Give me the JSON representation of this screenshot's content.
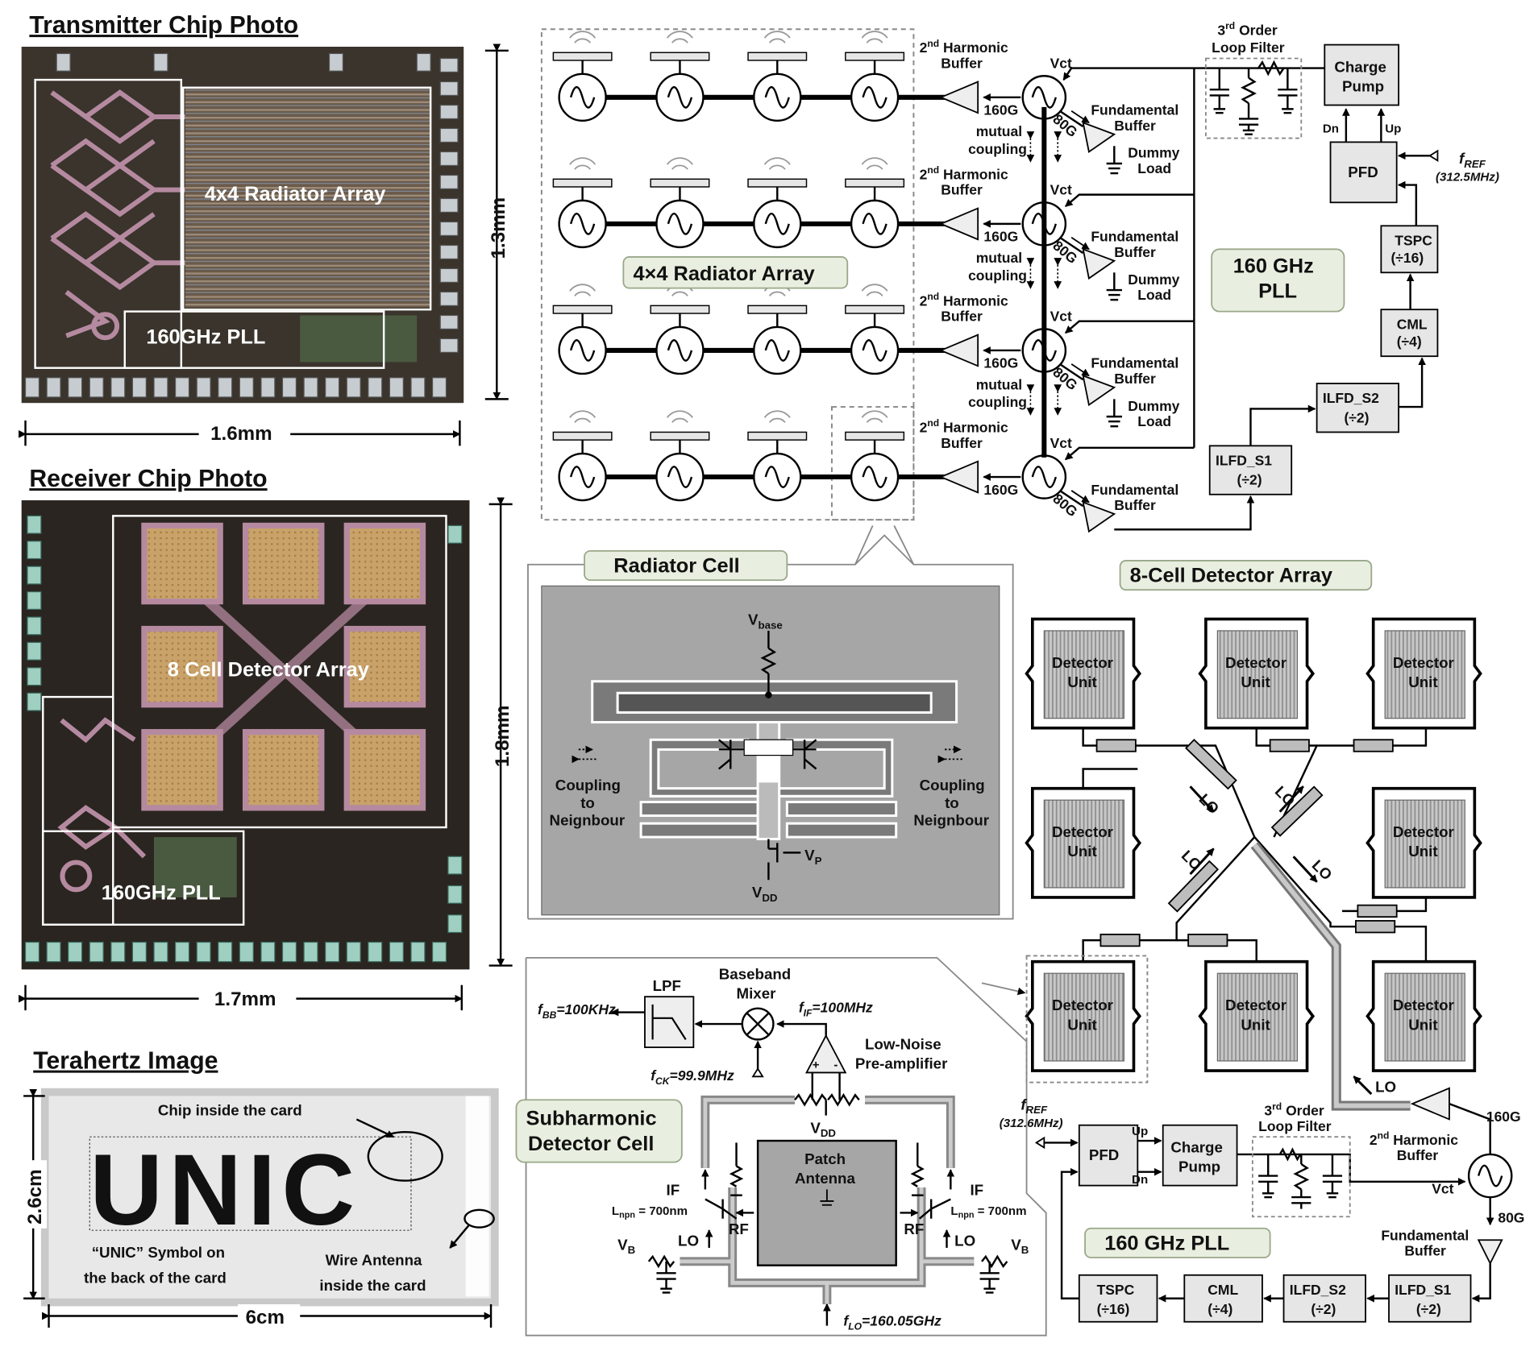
{
  "photos": {
    "tx_title": "Transmitter Chip Photo",
    "tx_array_label": "4x4 Radiator Array",
    "tx_pll_label": "160GHz PLL",
    "tx_dim_h": "1.3mm",
    "tx_dim_w": "1.6mm",
    "rx_title": "Receiver Chip Photo",
    "rx_array_label": "8 Cell Detector Array",
    "rx_pll_label": "160GHz PLL",
    "rx_dim_h": "1.8mm",
    "rx_dim_w": "1.7mm",
    "thz_title": "Terahertz Image",
    "thz_text": "UNIC",
    "thz_chip_note": "Chip inside the card",
    "thz_symbol_note_1": "“UNIC” Symbol on",
    "thz_symbol_note_2": "the back of the card",
    "thz_wire_note_1": "Wire Antenna",
    "thz_wire_note_2": "inside the card",
    "thz_dim_h": "2.6cm",
    "thz_dim_w": "6cm"
  },
  "transmitter": {
    "array_label": "4×4 Radiator Array",
    "harmonic_buffer_1": "2",
    "harmonic_buffer_sup": "nd",
    "harmonic_buffer_2": " Harmonic",
    "harmonic_buffer_3": "Buffer",
    "freq_160": "160G",
    "freq_80": "80G",
    "vct": "Vct",
    "fund_buffer_1": "Fundamental",
    "fund_buffer_2": "Buffer",
    "dummy_load_1": "Dummy",
    "dummy_load_2": "Load",
    "mutual_coupling_1": "mutual",
    "mutual_coupling_2": "coupling",
    "loop_filter_1": "3",
    "loop_filter_sup": "rd",
    "loop_filter_2": " Order",
    "loop_filter_3": "Loop Filter",
    "charge_pump_1": "Charge",
    "charge_pump_2": "Pump",
    "dn": "Dn",
    "up": "Up",
    "pfd": "PFD",
    "fref": "f",
    "fref_sub": "REF",
    "fref_val": "(312.5MHz)",
    "tspc": "TSPC",
    "tspc_div": "(÷16)",
    "cml": "CML",
    "cml_div": "(÷4)",
    "ilfd_s2": "ILFD_S2",
    "ilfd_s2_div": "(÷2)",
    "ilfd_s1": "ILFD_S1",
    "ilfd_s1_div": "(÷2)",
    "pll_label_1": "160 GHz",
    "pll_label_2": "PLL"
  },
  "radiator_cell": {
    "title": "Radiator Cell",
    "vbase": "V",
    "vbase_sub": "base",
    "vp": "V",
    "vp_sub": "P",
    "vdd": "V",
    "vdd_sub": "DD",
    "coupling_1": "Coupling",
    "coupling_2": "to",
    "coupling_3": "Neignbour"
  },
  "detector_array": {
    "title": "8-Cell Detector Array",
    "unit_1": "Detector",
    "unit_2": "Unit",
    "lo": "LO"
  },
  "detector_cell": {
    "title_1": "Subharmonic",
    "title_2": "Detector Cell",
    "lpf": "LPF",
    "mixer_1": "Baseband",
    "mixer_2": "Mixer",
    "fbb": "f",
    "fbb_sub": "BB",
    "fbb_val": "=100KHz",
    "fif": "f",
    "fif_sub": "IF",
    "fif_val": "=100MHz",
    "fck": "f",
    "fck_sub": "CK",
    "fck_val": "=99.9MHz",
    "lna_1": "Low-Noise",
    "lna_2": "Pre-amplifier",
    "vdd": "V",
    "vdd_sub": "DD",
    "patch_1": "Patch",
    "patch_2": "Antenna",
    "if": "IF",
    "rf": "RF",
    "lo": "LO",
    "lnpn": "L",
    "lnpn_sub": "npn",
    "lnpn_val": " = 700nm",
    "vb": "V",
    "vb_sub": "B",
    "flo": "f",
    "flo_sub": "LO",
    "flo_val": "=160.05GHz"
  },
  "receiver_pll": {
    "fref": "f",
    "fref_sub": "REF",
    "fref_val": "(312.6MHz)",
    "pfd": "PFD",
    "up": "Up",
    "dn": "Dn",
    "charge_pump_1": "Charge",
    "charge_pump_2": "Pump",
    "loop_filter_1": "3",
    "loop_filter_sup": "rd",
    "loop_filter_2": " Order",
    "loop_filter_3": "Loop Filter",
    "harmonic_1": "2",
    "harmonic_sup": "nd",
    "harmonic_2": " Harmonic",
    "harmonic_3": "Buffer",
    "freq_160": "160G",
    "freq_80": "80G",
    "vct": "Vct",
    "fund_1": "Fundamental",
    "fund_2": "Buffer",
    "lo": "LO",
    "label": "160 GHz PLL",
    "tspc": "TSPC",
    "tspc_div": "(÷16)",
    "cml": "CML",
    "cml_div": "(÷4)",
    "ilfd_s2": "ILFD_S2",
    "ilfd_s2_div": "(÷2)",
    "ilfd_s1": "ILFD_S1",
    "ilfd_s1_div": "(÷2)"
  },
  "colors": {
    "chip_bg": "#3a342c",
    "pad": "#c7ccd0",
    "trace_pink": "#b58aa0",
    "detector_gold": "#c9a26a",
    "radiator_bg": "#a6a6a6",
    "tag_bg": "#e9efe0"
  }
}
